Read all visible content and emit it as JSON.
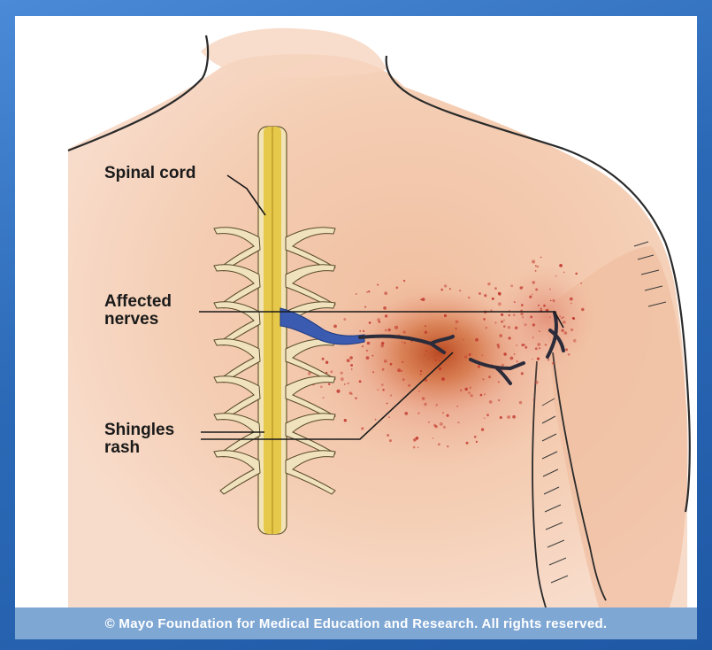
{
  "diagram": {
    "labels": {
      "spinal_cord": "Spinal cord",
      "affected_nerves_line1": "Affected",
      "affected_nerves_line2": "nerves",
      "shingles_rash_line1": "Shingles",
      "shingles_rash_line2": "rash"
    },
    "colors": {
      "skin": "#f0c2a4",
      "rash": "#c63a2c",
      "spinal_cord": "#e6c84a",
      "nerves": "#efe2bc",
      "affected_nerve": "#3a5bb0",
      "frame": "#2c6ab5"
    }
  },
  "footer": {
    "copyright": "© Mayo Foundation for Medical Education and Research.  All rights reserved."
  }
}
